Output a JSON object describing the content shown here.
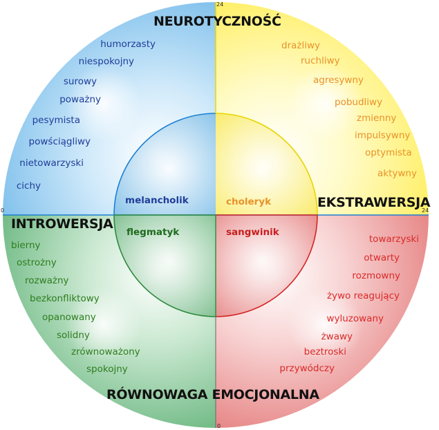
{
  "axes": {
    "top": "NEUROTYCZNOŚĆ",
    "right": "EKSTRAWERSJA",
    "left": "INTROWERSJA",
    "bottom": "RÓWNOWAGA EMOCJONALNA"
  },
  "ticks": {
    "top": "24",
    "left": "0",
    "right": "24",
    "bottom": "0"
  },
  "types": {
    "melancholic": "melancholik",
    "choleric": "choleryk",
    "phlegmatic": "flegmatyk",
    "sanguine": "sangwinik"
  },
  "colors": {
    "blue": "#8fc9ee",
    "yellow": "#fff066",
    "green": "#6dbb81",
    "red": "#ec8a8a",
    "blue_text": "#1f3d9a",
    "orange_text": "#e8922a",
    "green_text": "#2e7d1f",
    "red_text": "#d92a2a"
  },
  "words": {
    "melancholic": [
      "humorzasty",
      "niespokojny",
      "surowy",
      "poważny",
      "pesymista",
      "powściągliwy",
      "nietowarzyski",
      "cichy"
    ],
    "choleric": [
      "drażliwy",
      "ruchliwy",
      "agresywny",
      "pobudliwy",
      "zmienny",
      "impulsywny",
      "optymista",
      "aktywny"
    ],
    "phlegmatic": [
      "bierny",
      "ostrożny",
      "rozważny",
      "bezkonfliktowy",
      "opanowany",
      "solidny",
      "zrównoważony",
      "spokojny"
    ],
    "sanguine": [
      "towarzyski",
      "otwarty",
      "rozmowny",
      "żywo reagujący",
      "wyluzowany",
      "żwawy",
      "beztroski",
      "przywódczy"
    ]
  }
}
